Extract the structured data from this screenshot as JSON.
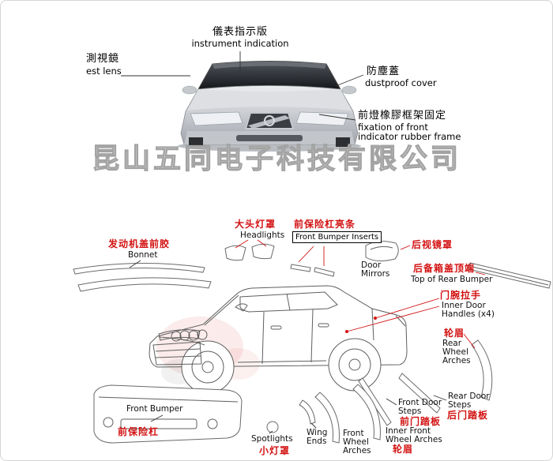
{
  "watermark": {
    "text": "昆山五同电子科技有限公司"
  },
  "top": {
    "instrument_zh": "儀表指示版",
    "instrument_en": "instrument indication",
    "lens_zh": "測視鏡",
    "lens_en": "est lens",
    "dustproof_zh": "防塵蓋",
    "dustproof_en": "dustproof cover",
    "fixation_zh": "前燈橡膠框架固定",
    "fixation_en1": "fixation of front",
    "fixation_en2": "indicator rubber frame"
  },
  "bottom": {
    "bonnet_zh": "发动机盖前胶",
    "bonnet_en": "Bonnet",
    "headlights_zh": "大头灯罩",
    "headlights_en": "Headlights",
    "bumper_inserts_zh": "前保险杠亮条",
    "bumper_inserts_en": "Front Bumper Inserts",
    "mirrors_zh": "后视镜罩",
    "mirrors_en1": "Door",
    "mirrors_en2": "Mirrors",
    "rear_bumper_top_zh": "后备箱盖顶端",
    "rear_bumper_top_en": "Top of Rear Bumper",
    "door_handles_zh": "门腕拉手",
    "door_handles_en1": "Inner Door",
    "door_handles_en2": "Handles (x4)",
    "rear_arches_zh": "轮眉",
    "rear_arches_en1": "Rear",
    "rear_arches_en2": "Wheel",
    "rear_arches_en3": "Arches",
    "rear_steps_en1": "Rear Door",
    "rear_steps_en2": "Steps",
    "rear_steps_zh": "后门踏板",
    "front_steps_en1": "Front Door",
    "front_steps_en2": "Steps",
    "front_steps_zh": "前门踏板",
    "inner_front_arches_en1": "Inner Front",
    "inner_front_arches_en2": "Wheel Arches",
    "inner_front_arches_zh": "轮眉",
    "front_arches_en1": "Front",
    "front_arches_en2": "Wheel",
    "front_arches_en3": "Arches",
    "wing_ends_en1": "Wing",
    "wing_ends_en2": "Ends",
    "spotlights_en": "Spotlights",
    "spotlights_zh": "小灯罩",
    "front_bumper_en": "Front Bumper",
    "front_bumper_zh": "前保险杠"
  },
  "colors": {
    "red": "#d31212",
    "black": "#000000",
    "watermark_gray": "#a3a3a3"
  }
}
